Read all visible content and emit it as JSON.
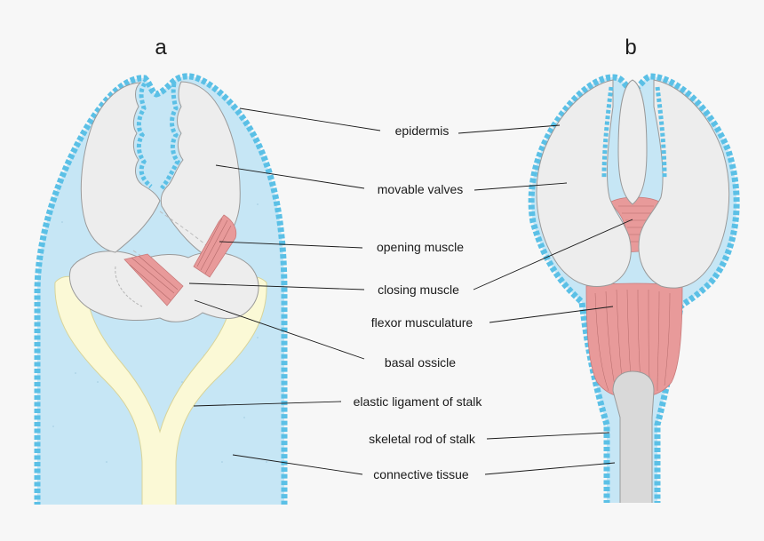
{
  "panels": {
    "a": "a",
    "b": "b"
  },
  "labels": {
    "epidermis": "epidermis",
    "movable_valves": "movable valves",
    "opening_muscle": "opening muscle",
    "closing_muscle": "closing muscle",
    "flexor_musculature": "flexor musculature",
    "basal_ossicle": "basal ossicle",
    "elastic_ligament": "elastic ligament of stalk",
    "skeletal_rod": "skeletal rod of stalk",
    "connective_tissue": "connective tissue"
  },
  "colors": {
    "background": "#f7f7f7",
    "epidermis_cells": "#5bc0e6",
    "connective_tissue": "#c6e6f5",
    "valve_fill": "#ededed",
    "valve_stroke": "#9a9a9a",
    "muscle": "#e89a9a",
    "ligament": "#fbf9d6",
    "skeletal_rod": "#d9d9d9"
  }
}
